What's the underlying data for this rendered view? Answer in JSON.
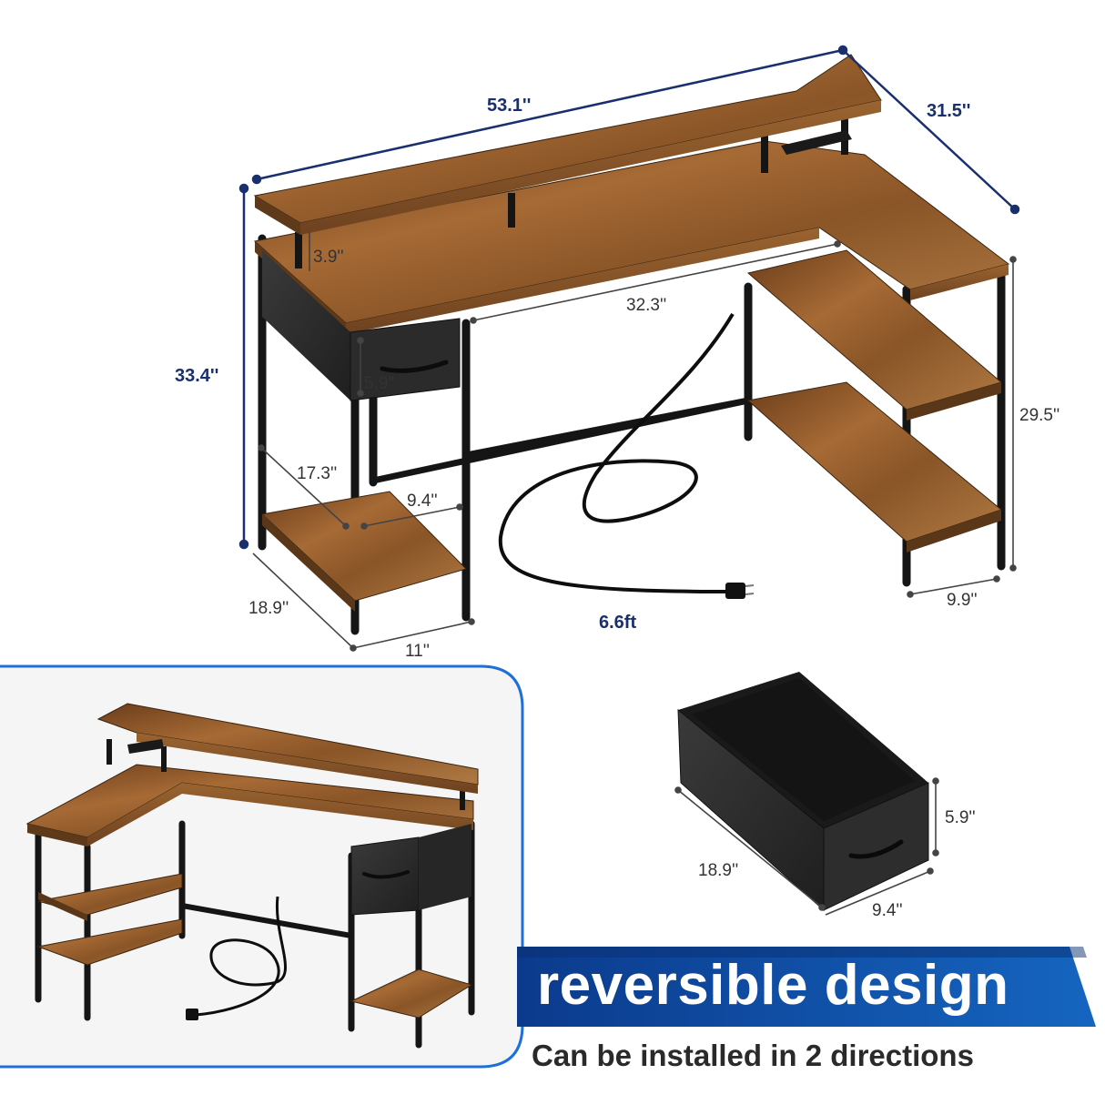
{
  "main_view": {
    "dimensions": {
      "overall_width": "53.1''",
      "depth": "31.5''",
      "overall_height": "33.4''",
      "monitor_riser_height": "3.9''",
      "drawer_height": "5.9''",
      "knee_space_width": "32.3''",
      "desk_height": "29.5''",
      "shelf_depth": "17.3''",
      "shelf_width": "9.4''",
      "side_depth": "18.9''",
      "side_width": "11''",
      "side_shelf_width": "9.9''",
      "cord_length": "6.6ft"
    }
  },
  "drawer_view": {
    "dimensions": {
      "height": "5.9''",
      "depth": "18.9''",
      "width": "9.4''"
    }
  },
  "banner": {
    "title": "reversible design",
    "subtitle": "Can be installed in 2 directions"
  },
  "colors": {
    "accent_blue": "#0d47a1",
    "dimension_blue": "#1a2f6e",
    "wood": "#8a5a2b",
    "frame": "#1b1b1b"
  }
}
